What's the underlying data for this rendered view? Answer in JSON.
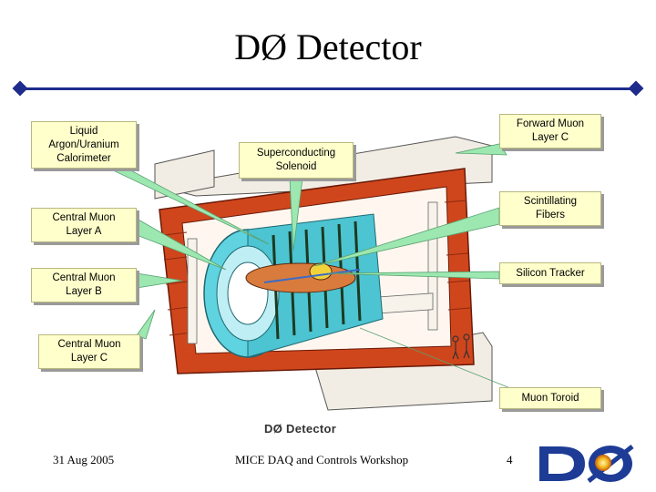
{
  "title": "DØ Detector",
  "callouts": {
    "liquid_argon": "Liquid\nArgon/Uranium\nCalorimeter",
    "solenoid": "Superconducting\nSolenoid",
    "forward_muon": "Forward Muon\nLayer C",
    "central_muon_a": "Central Muon\nLayer A",
    "scintillating": "Scintillating\nFibers",
    "central_muon_b": "Central Muon\nLayer B",
    "silicon": "Silicon Tracker",
    "central_muon_c": "Central Muon\nLayer C",
    "muon_toroid": "Muon Toroid"
  },
  "caption": "DØ Detector",
  "footer": {
    "date": "31 Aug 2005",
    "workshop": "MICE DAQ and Controls Workshop",
    "page": "4"
  },
  "logo_text": "DØ",
  "colors": {
    "rule": "#1e2c8c",
    "callout_fill": "#ffffcc",
    "leader_line": "#9ce8b0",
    "iron": "#d0461c",
    "calorimeter": "#5fd3e0",
    "shield": "#f2ede4"
  }
}
